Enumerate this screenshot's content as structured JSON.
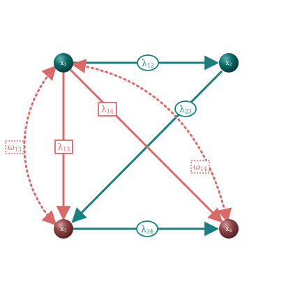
{
  "diagram": {
    "colors": {
      "teal": "#1a7f7f",
      "red": "#d96a6a",
      "node_teal": "#0b5c5c",
      "node_red": "#8a3f3f",
      "background": "#ffffff"
    },
    "nodes": [
      {
        "id": "x1",
        "letter": "x",
        "sub": "1",
        "color": "teal"
      },
      {
        "id": "x2",
        "letter": "x",
        "sub": "2",
        "color": "teal"
      },
      {
        "id": "x3",
        "letter": "x",
        "sub": "3",
        "color": "red"
      },
      {
        "id": "x4",
        "letter": "x",
        "sub": "4",
        "color": "red"
      }
    ],
    "edges": [
      {
        "id": "lambda12",
        "from": "x1",
        "to": "x2",
        "symbol": "λ",
        "sub": "12",
        "color": "teal",
        "style": "solid",
        "label_shape": "ellipse"
      },
      {
        "id": "lambda23",
        "from": "x2",
        "to": "x3",
        "symbol": "λ",
        "sub": "23",
        "color": "teal",
        "style": "solid",
        "label_shape": "ellipse"
      },
      {
        "id": "lambda34",
        "from": "x3",
        "to": "x4",
        "symbol": "λ",
        "sub": "34",
        "color": "teal",
        "style": "solid",
        "label_shape": "ellipse"
      },
      {
        "id": "lambda13",
        "from": "x1",
        "to": "x3",
        "symbol": "λ",
        "sub": "13",
        "color": "red",
        "style": "solid",
        "label_shape": "rect"
      },
      {
        "id": "lambda14",
        "from": "x1",
        "to": "x4",
        "symbol": "λ",
        "sub": "14",
        "color": "red",
        "style": "solid",
        "label_shape": "rect"
      },
      {
        "id": "omega13",
        "from": "x1",
        "to": "x3",
        "symbol": "ω",
        "sub": "13",
        "color": "red",
        "style": "dotted",
        "label_shape": "dashed-rect",
        "bidirectional": true
      },
      {
        "id": "omega14",
        "from": "x1",
        "to": "x4",
        "symbol": "ω",
        "sub": "14",
        "color": "red",
        "style": "dotted",
        "label_shape": "dashed-rect",
        "bidirectional": true
      }
    ]
  }
}
